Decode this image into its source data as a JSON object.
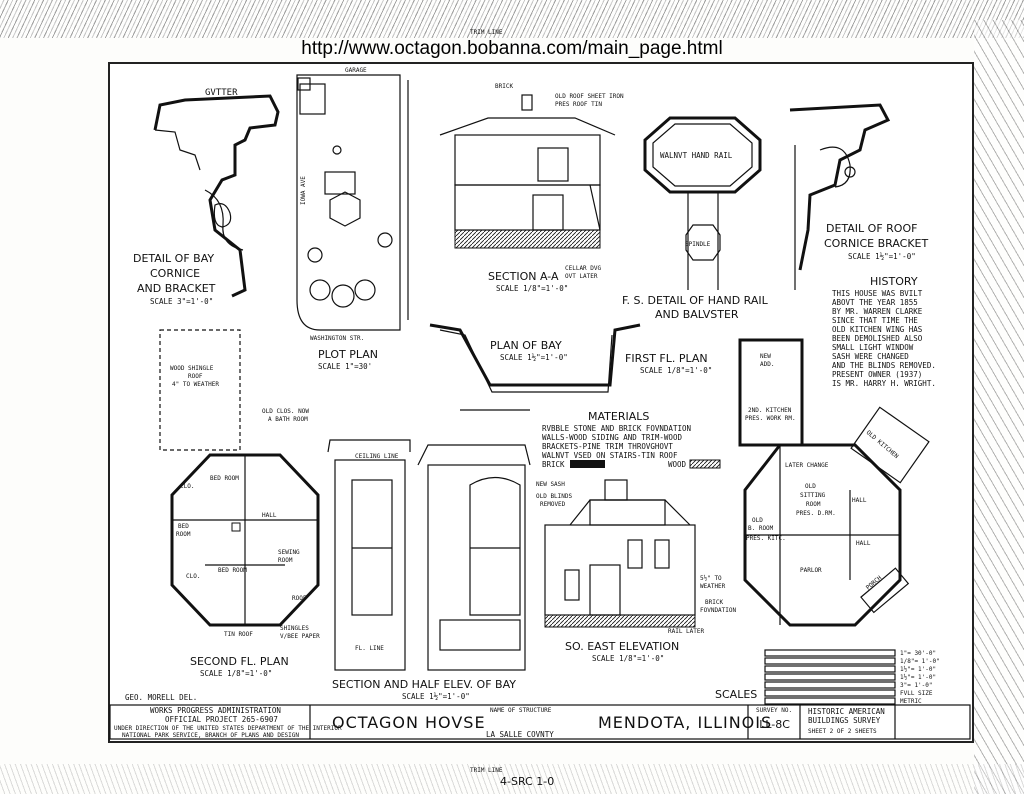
{
  "url": "http://www.octagon.bobanna.com/main_page.html",
  "trim_line": "TRIM LINE",
  "details": {
    "gutter": "GVTTER",
    "bay_cornice": [
      "DETAIL OF BAY",
      "CORNICE",
      "AND BRACKET"
    ],
    "bay_cornice_scale": "SCALE 3\"=1'-0\"",
    "garage": "GARAGE",
    "plot_plan": "PLOT PLAN",
    "plot_plan_scale": "SCALE 1\"=30'",
    "washington_str": "WASHINGTON STR.",
    "iowa_ave": "IOWA AVE",
    "brick": "BRICK",
    "old_roof": [
      "OLD ROOF SHEET IRON",
      "PRES ROOF TIN"
    ],
    "section_aa": "SECTION A-A",
    "section_aa_scale": "SCALE 1/8\"=1'-0\"",
    "cellar": [
      "CELLAR DVG",
      "OVT LATER"
    ],
    "walnut_hand_rail": "WALNVT HAND RAIL",
    "spindle": "SPINDLE",
    "hand_rail_detail": [
      "F. S. DETAIL OF HAND RAIL",
      "AND BALVSTER"
    ],
    "roof_cornice": [
      "DETAIL OF ROOF",
      "CORNICE BRACKET"
    ],
    "roof_cornice_scale": "SCALE 1½\"=1'-0\"",
    "plan_of_bay": "PLAN OF BAY",
    "plan_of_bay_scale": "SCALE 1½\"=1'-0\"",
    "first_fl_plan": "FIRST FL. PLAN",
    "first_fl_plan_scale": "SCALE 1/8\"=1'-0\""
  },
  "history": {
    "title": "HISTORY",
    "lines": [
      "THIS HOUSE WAS BVILT",
      "ABOVT THE YEAR 1855",
      "BY MR. WARREN CLARKE",
      "SINCE THAT TIME THE",
      "OLD KITCHEN WING HAS",
      "BEEN DEMOLISHED ALSO",
      "SMALL LIGHT WINDOW",
      "SASH WERE CHANGED",
      "AND THE BLINDS REMOVED.",
      "PRESENT OWNER (1937)",
      "IS MR. HARRY H. WRIGHT."
    ]
  },
  "materials": {
    "title": "MATERIALS",
    "lines": [
      "RVBBLE STONE AND BRICK FOVNDATION",
      "WALLS-WOOD SIDING AND TRIM-WOOD",
      "BRACKETS-PINE TRIM THROVGHOVT",
      "WALNVT VSED ON STAIRS-TIN ROOF"
    ],
    "brick": "BRICK",
    "wood": "WOOD"
  },
  "second_floor": {
    "title": "SECOND FL. PLAN",
    "scale": "SCALE 1/8\"=1'-0\"",
    "labels": [
      "WOOD SHINGLE",
      "ROOF",
      "4\" TO WEATHER",
      "OLD CLOS. NOW",
      "A BATH ROOM",
      "BED ROOM",
      "CLO.",
      "HALL",
      "BED",
      "ROOM",
      "SEWING",
      "ROOM",
      "CLO.",
      "BED ROOM",
      "ROOF",
      "TIN ROOF",
      "SHINGLES",
      "V/BEE PAPER"
    ]
  },
  "bay_elev": {
    "ceiling_line": "CEILING LINE",
    "fl_line": "FL. LINE",
    "new_sash": "NEW SASH",
    "old_blinds": [
      "OLD BLINDS",
      "REMOVED"
    ],
    "title": "SECTION AND HALF ELEV. OF BAY",
    "scale": "SCALE 1½\"=1'-0\""
  },
  "east_elev": {
    "title": "SO. EAST ELEVATION",
    "scale": "SCALE 1/8\"=1'-0\"",
    "labels": [
      "5½\" TO",
      "WEATHER",
      "BRICK",
      "FOVNDATION",
      "RAIL LATER"
    ]
  },
  "first_floor": {
    "labels": [
      "NEW",
      "ADD.",
      "2ND. KITCHEN",
      "PRES. WORK RM.",
      "OLD KITCHEN",
      "LATER CHANGE",
      "OLD",
      "SITTING",
      "ROOM",
      "PRES. D.RM.",
      "HALL",
      "OLD",
      "B. ROOM",
      "PRES. KITC.",
      "HALL",
      "PARLOR",
      "PORCH"
    ]
  },
  "scales": {
    "title": "SCALES",
    "items": [
      "1\"= 30'-0\"",
      "1/8\"= 1'-0\"",
      "1½\"= 1'-0\"",
      "1½\"= 1'-0\"",
      "3\"= 1'-0\"",
      "FVLL SIZE",
      "METRIC"
    ]
  },
  "title_block": {
    "delineator": "GEO. MORELL DEL.",
    "agency": [
      "WORKS PROGRESS ADMINISTRATION",
      "OFFICIAL PROJECT 265-6907"
    ],
    "direction": [
      "UNDER DIRECTION OF THE UNITED STATES DEPARTMENT OF THE INTERIOR",
      "NATIONAL PARK SERVICE, BRANCH OF PLANS AND DESIGN"
    ],
    "name_of_structure_label": "NAME OF STRUCTURE",
    "name": "OCTAGON HOVSE",
    "city": "MENDOTA, ILLINOIS",
    "county": "LA SALLE COVNTY",
    "survey_no_label": "SURVEY NO.",
    "survey_no": "ILL-8C",
    "habs": [
      "HISTORIC AMERICAN",
      "BUILDINGS SURVEY"
    ],
    "sheet": "SHEET 2 OF 2 SHEETS"
  },
  "bottom_scribble": "4-SRC 1-0"
}
